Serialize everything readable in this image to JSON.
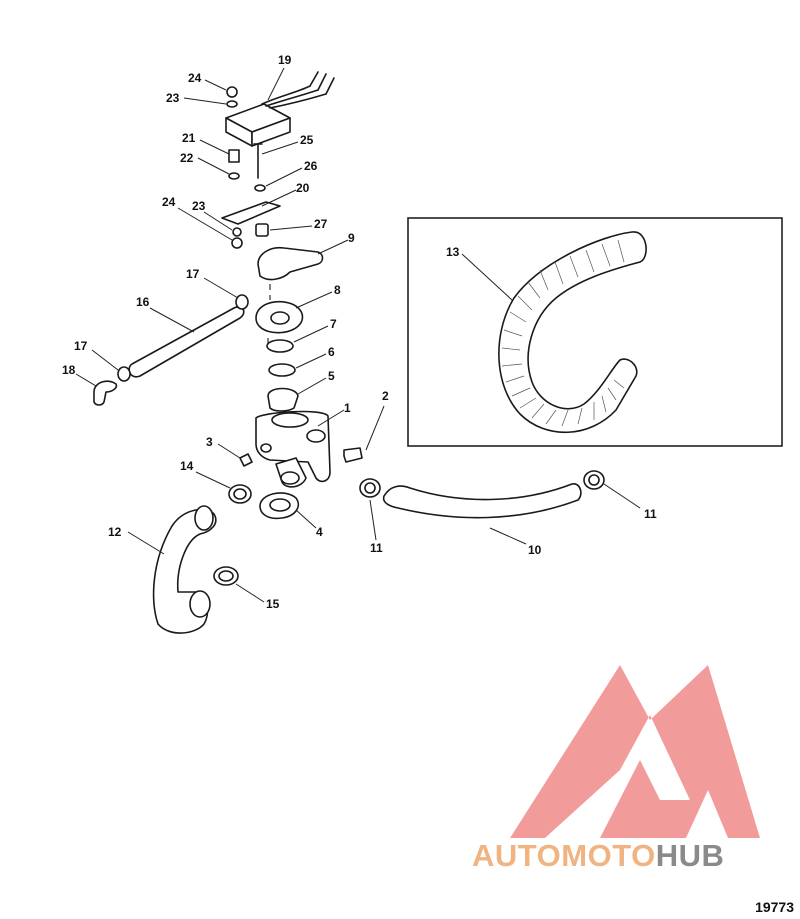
{
  "callouts": {
    "c1": "1",
    "c2": "2",
    "c3": "3",
    "c4": "4",
    "c5": "5",
    "c6": "6",
    "c7": "7",
    "c8": "8",
    "c9": "9",
    "c10": "10",
    "c11a": "11",
    "c11b": "11",
    "c12": "12",
    "c13": "13",
    "c14": "14",
    "c15": "15",
    "c16": "16",
    "c17a": "17",
    "c17b": "17",
    "c18": "18",
    "c19": "19",
    "c20": "20",
    "c21": "21",
    "c22": "22",
    "c23a": "23",
    "c23b": "23",
    "c24a": "24",
    "c24b": "24",
    "c25": "25",
    "c26": "26",
    "c27": "27"
  },
  "diagram_id": "19773",
  "watermark": {
    "part1": "AUTOMOTO",
    "part2": "HUB",
    "color_primary": "#f0b482",
    "color_secondary": "#8a8a8a",
    "logo_color": "#f08a8a"
  }
}
